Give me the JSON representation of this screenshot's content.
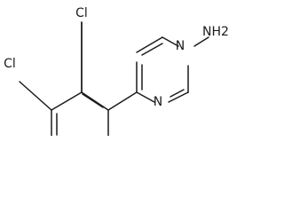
{
  "molecule": {
    "atoms": {
      "n_top": "N",
      "n_bottom": "N",
      "amine": "NH2",
      "cl_ortho": "Cl",
      "cl_meta": "Cl"
    }
  }
}
